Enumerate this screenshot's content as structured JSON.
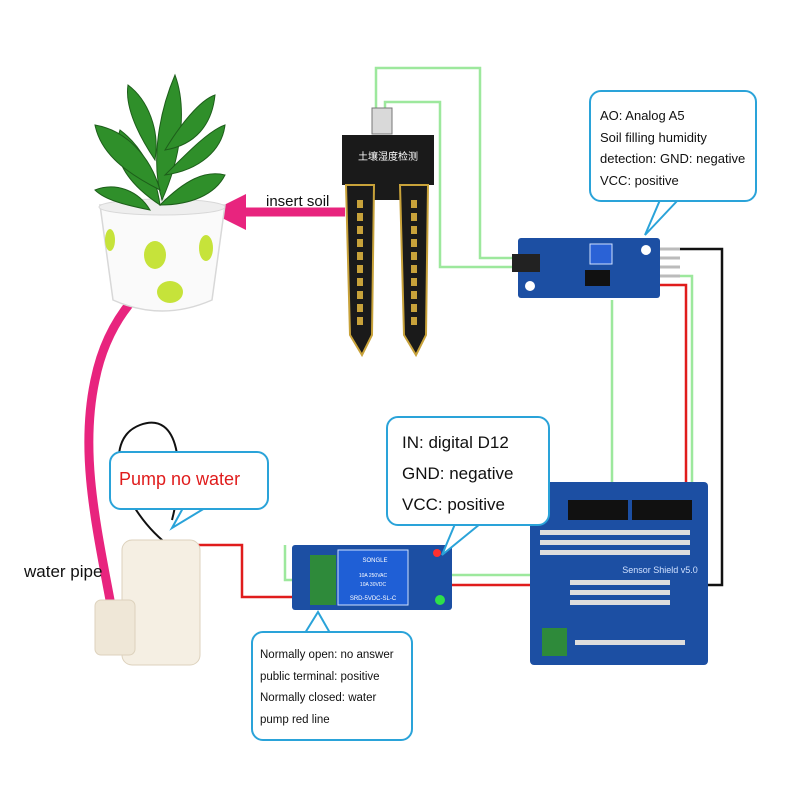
{
  "labels": {
    "insert_soil": "insert soil",
    "water_pipe": "water pipe",
    "pump_callout": "Pump no water"
  },
  "sensor_callout": {
    "lines": [
      "AO: Analog A5",
      "Soil filling humidity",
      "detection: GND: negative",
      "VCC: positive"
    ]
  },
  "relay_callout": {
    "lines": [
      "IN: digital D12",
      "GND: negative",
      "VCC: positive"
    ]
  },
  "relay_contacts_callout": {
    "lines": [
      "Normally open: no answer",
      "public terminal: positive",
      "Normally closed: water",
      "pump red line"
    ]
  },
  "probe": {
    "silkscreen": "土壤湿度检测"
  },
  "relay": {
    "brand": "SONGLE",
    "model": "SRD-5VDC-SL-C",
    "rating_1": "10A 250VAC",
    "rating_2": "10A 30VDC"
  },
  "shield": {
    "title": "Sensor Shield v5.0"
  },
  "colors": {
    "callout_border": "#2aa3d9",
    "pump_text": "#e01c1c",
    "arrow": "#e8247e",
    "wire_red": "#e01c1c",
    "wire_black": "#111111",
    "wire_green": "#9de89d",
    "board_blue": "#1c4fa3",
    "probe_black": "#1a1a1a",
    "probe_gold": "#c8a23a",
    "plant_leaf": "#2f8f2a",
    "pot_dot": "#c6e33a"
  }
}
